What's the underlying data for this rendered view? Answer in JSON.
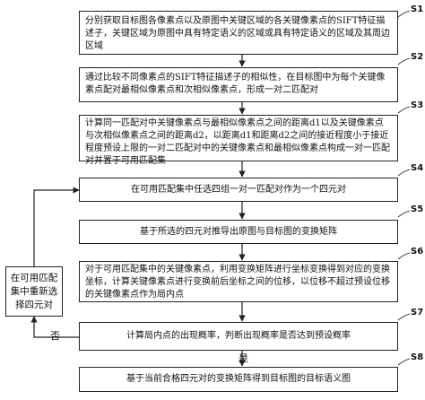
{
  "steps": [
    {
      "id": "S1",
      "text": "分别获取目标图各像素点以及原图中关键区域的各关键像素点的SIFT特征描述子，关键区域为原图中具有特定语义的区域或具有特定语义的区域及其周边区域"
    },
    {
      "id": "S2",
      "text": "通过比较不同像素点的SIFT特征描述子的相似性，在目标图中为每个关键像素点配对最相似像素点和次相似像素点，形成一对二匹配对"
    },
    {
      "id": "S3",
      "text": "计算同一匹配对中关键像素点与最相似像素点之间的距离d1以及关键像素点与次相似像素点之间的距离d2，以距离d1和距离d2之间的接近程度小于接近程度预设上限的一对二匹配对中的关键像素点和最相似像素点构成一对一匹配对并置于可用匹配集"
    },
    {
      "id": "S4",
      "text": "在可用匹配集中任选四组一对一匹配对作为一个四元对"
    },
    {
      "id": "S5",
      "text": "基于所选的四元对推导出原图与目标图的变换矩阵"
    },
    {
      "id": "S6",
      "text": "对于可用匹配集中的关键像素点，利用变换矩阵进行坐标变换得到对应的变换坐标，计算关键像素点进行变换前后坐标之间的位移，以位移不超过预设位移的关键像素点作为局内点"
    },
    {
      "id": "S7",
      "text": "计算局内点的出现概率，判断出现概率是否达到预设概率"
    },
    {
      "id": "S8",
      "text": "基于当前合格四元对的变换矩阵得到目标图的目标语义图"
    }
  ],
  "side_box": {
    "text": "在可用匹配集中重新选择四元对"
  },
  "edge_labels": {
    "no": "否",
    "yes": "是"
  }
}
